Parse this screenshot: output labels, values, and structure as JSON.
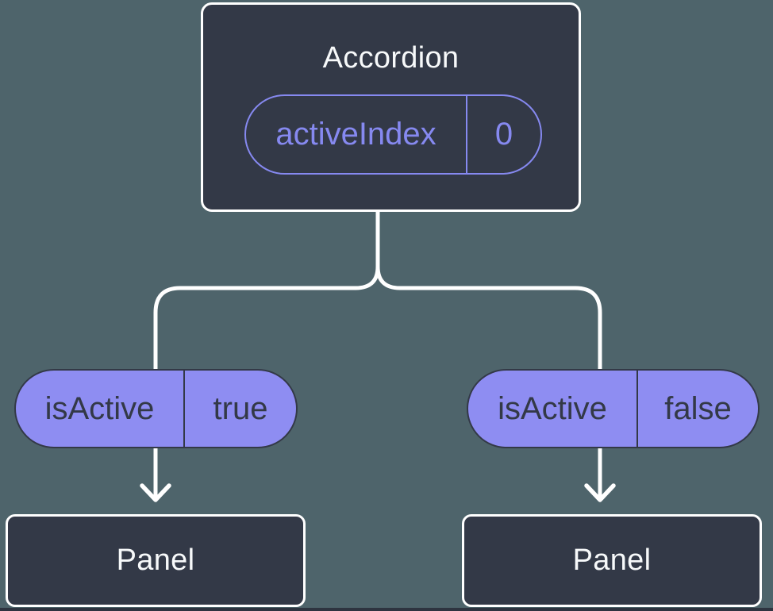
{
  "colors": {
    "background": "#4e646b",
    "node_fill": "#333947",
    "node_border": "#ffffff",
    "node_text": "#f7f9fa",
    "accent_purple": "#8689f0",
    "pill_fill": "#8e8df2",
    "pill_text": "#333947",
    "connector": "#ffffff",
    "bottom_strip": "#2e3440"
  },
  "root_node": {
    "title": "Accordion",
    "prop": {
      "name": "activeIndex",
      "value": "0"
    }
  },
  "left_branch": {
    "prop": {
      "name": "isActive",
      "value": "true"
    },
    "node": {
      "title": "Panel"
    }
  },
  "right_branch": {
    "prop": {
      "name": "isActive",
      "value": "false"
    },
    "node": {
      "title": "Panel"
    }
  }
}
